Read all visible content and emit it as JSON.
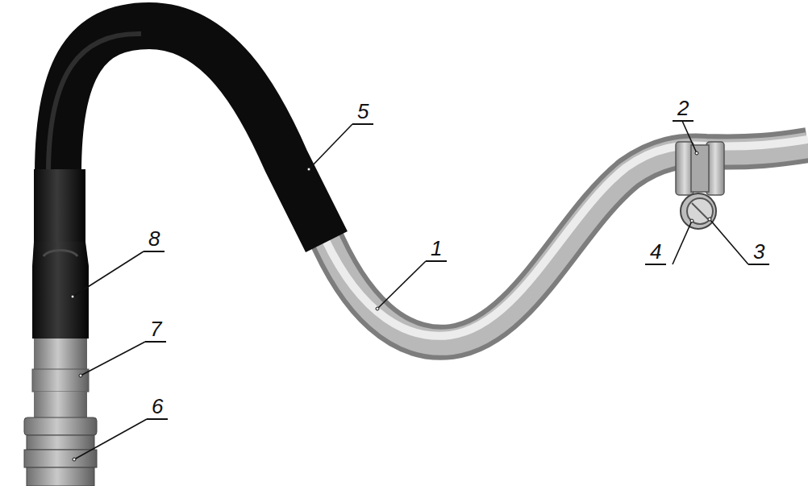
{
  "diagram": {
    "labels": [
      "2",
      "5",
      "8",
      "1",
      "4",
      "3",
      "7",
      "6"
    ]
  }
}
